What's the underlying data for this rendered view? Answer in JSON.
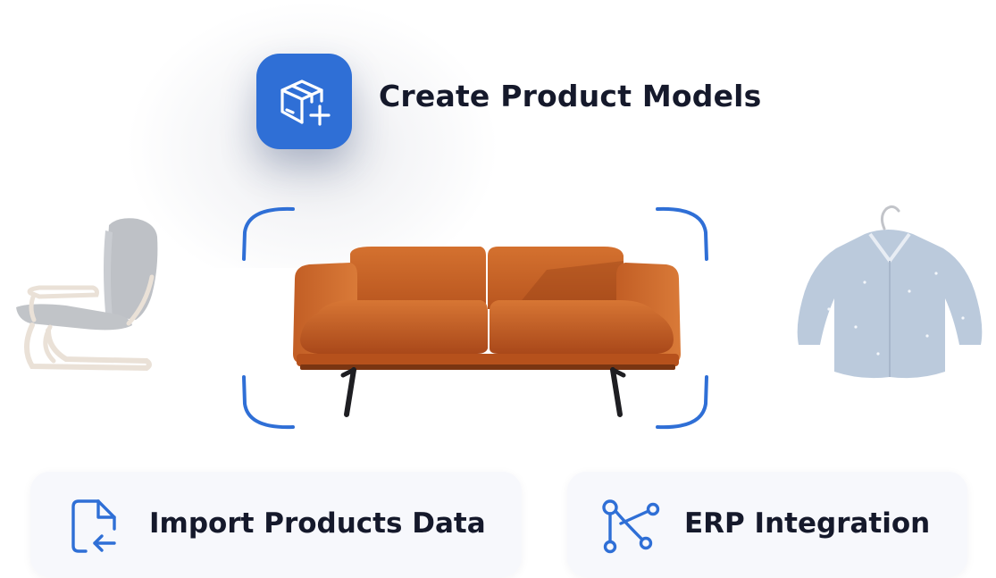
{
  "header": {
    "title": "Create Product Models",
    "icon": "box-plus-icon"
  },
  "products": {
    "left": "armchair",
    "center": "sofa",
    "right": "shirt"
  },
  "cards": [
    {
      "label": "Import Products Data",
      "icon": "file-import-icon"
    },
    {
      "label": "ERP Integration",
      "icon": "network-nodes-icon"
    }
  ],
  "colors": {
    "accent": "#2f6fd6",
    "text": "#15192b",
    "card_bg": "#f7f8fc",
    "sofa": "#c8622a"
  }
}
